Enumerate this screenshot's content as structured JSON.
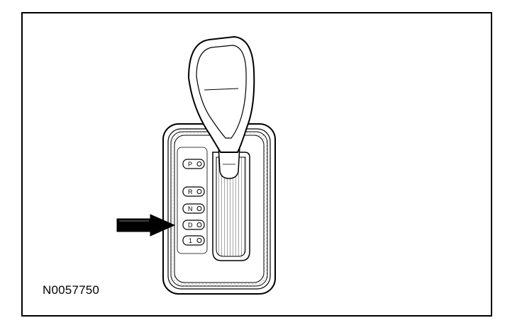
{
  "figure": {
    "id_label": "N0057750"
  },
  "shifter": {
    "positions": [
      {
        "label": "P",
        "indicator": "position-indicator-park"
      },
      {
        "label": "R",
        "indicator": "position-indicator-reverse"
      },
      {
        "label": "N",
        "indicator": "position-indicator-neutral"
      },
      {
        "label": "D",
        "indicator": "position-indicator-drive",
        "highlighted": true
      },
      {
        "label": "1",
        "indicator": "position-indicator-low"
      }
    ]
  },
  "colors": {
    "line": "#000000",
    "background": "#ffffff"
  }
}
